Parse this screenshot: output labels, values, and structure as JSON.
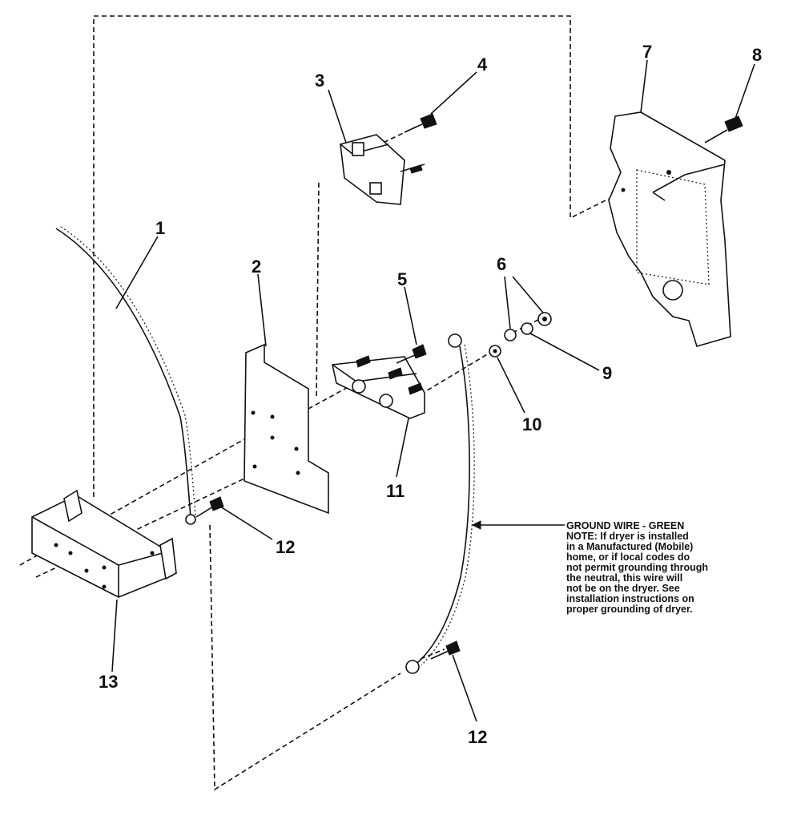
{
  "callouts": {
    "c1": "1",
    "c2": "2",
    "c3": "3",
    "c4": "4",
    "c5": "5",
    "c6": "6",
    "c7": "7",
    "c8": "8",
    "c9": "9",
    "c10": "10",
    "c11": "11",
    "c12a": "12",
    "c12b": "12",
    "c13": "13"
  },
  "ground_note": {
    "lines": [
      "GROUND WIRE - GREEN",
      "NOTE: If dryer is installed",
      "in a Manufactured (Mobile)",
      "home, or if local codes do",
      "not permit grounding through",
      "the neutral, this wire will",
      "not be on the dryer. See",
      "installation instructions on",
      "proper grounding of dryer."
    ]
  }
}
